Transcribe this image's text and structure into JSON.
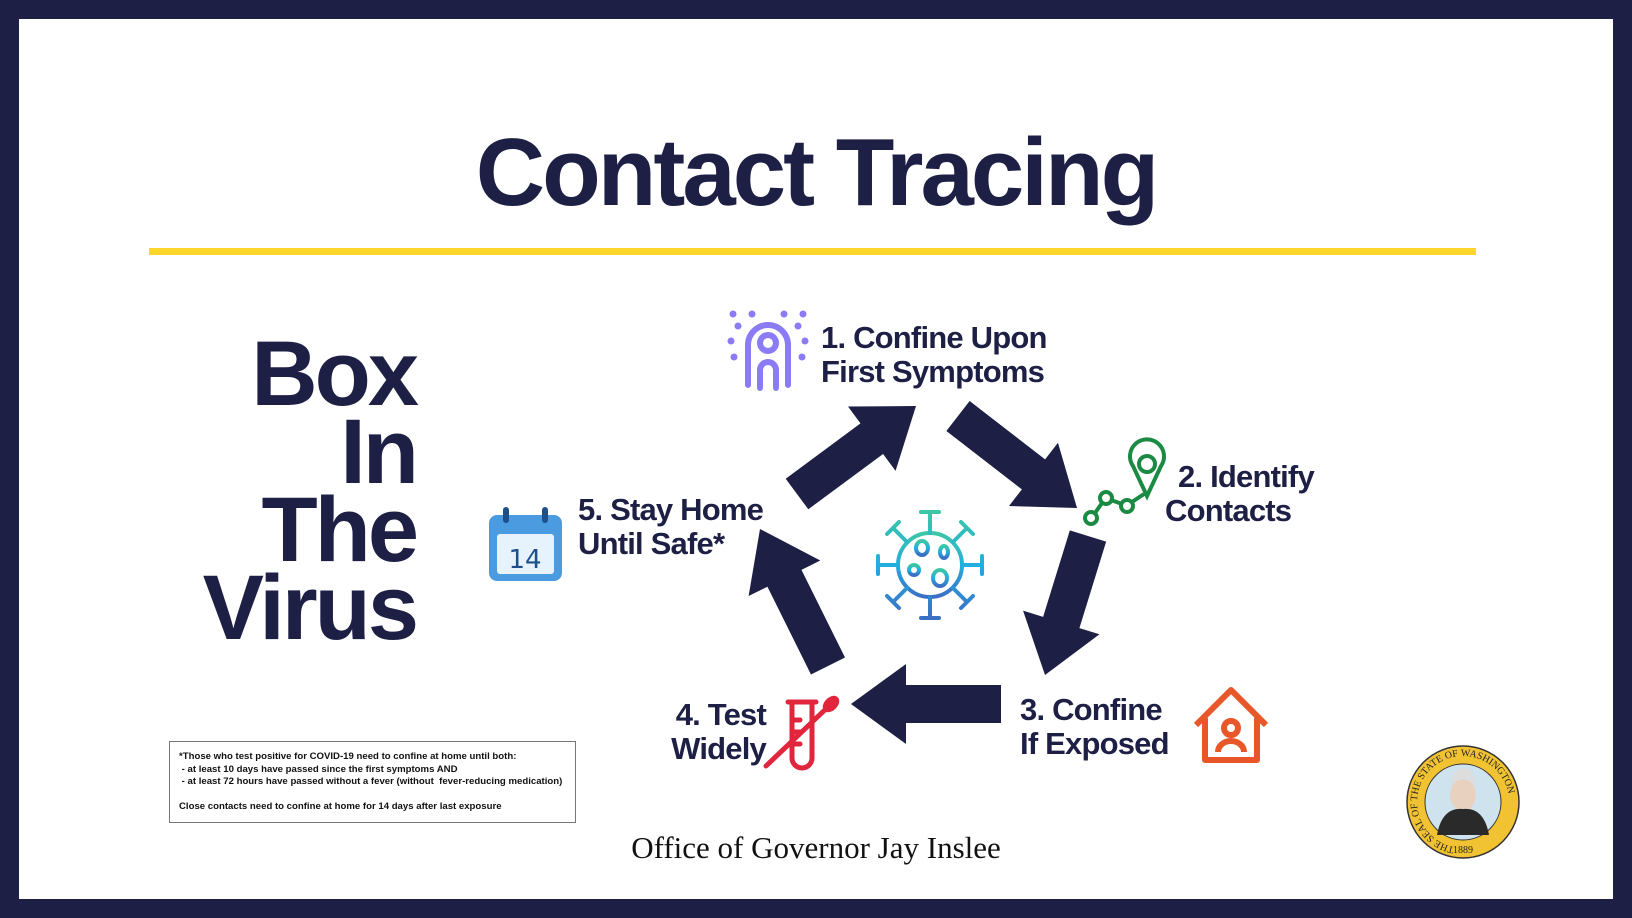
{
  "title": "Contact Tracing",
  "slogan": [
    "Box",
    "In",
    "The",
    "Virus"
  ],
  "steps": [
    {
      "lines": [
        "1.  Confine Upon",
        "First Symptoms"
      ],
      "icon": "symptomatic-person-icon",
      "color": "#8b7cf6"
    },
    {
      "lines": [
        "2. Identify",
        "Contacts"
      ],
      "icon": "location-trace-icon",
      "color": "#1b8a43"
    },
    {
      "lines": [
        "3. Confine",
        "If Exposed"
      ],
      "icon": "home-person-icon",
      "color": "#e8572a"
    },
    {
      "lines": [
        "4. Test",
        "Widely"
      ],
      "icon": "test-tube-swab-icon",
      "color": "#e0253c"
    },
    {
      "lines": [
        "5. Stay Home",
        "Until Safe*"
      ],
      "icon": "calendar-14-icon",
      "color": "#4a9be0",
      "calendar_day": "14"
    }
  ],
  "center_icon": "virus-icon",
  "footnote": {
    "lines": [
      "*Those who test positive for COVID-19 need to confine at home until both:",
      " - at least 10 days have passed since the first symptoms AND",
      " - at least 72 hours have passed without a fever (without  fever-reducing medication)",
      "",
      "Close contacts need to confine at home for 14 days after last exposure"
    ]
  },
  "office": "Office of Governor Jay Inslee",
  "seal": {
    "text": "THE SEAL OF THE STATE OF WASHINGTON",
    "year": "1889"
  },
  "colors": {
    "navy": "#1d1f45",
    "yellow": "#fcd62c"
  }
}
